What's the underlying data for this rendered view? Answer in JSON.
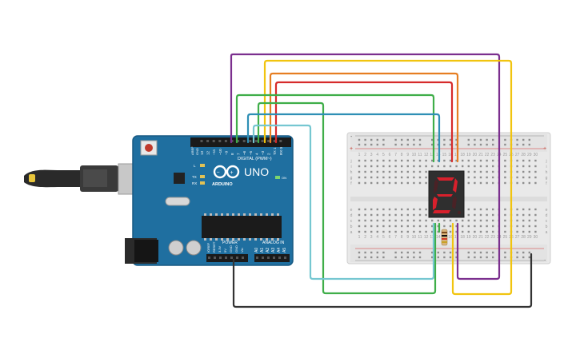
{
  "board": {
    "name": "UNO",
    "brand": "ARDUINO",
    "digital_header": "DIGITAL (PWM~)",
    "power_header": "POWER",
    "analog_header": "ANALOG IN",
    "on_label": "ON",
    "led_labels": [
      "L",
      "TX",
      "RX"
    ],
    "aref_labels": [
      "AREF",
      "GND"
    ],
    "digital_pins": [
      "13",
      "12",
      "~11",
      "~10",
      "~9",
      "8",
      "7",
      "~6",
      "~5",
      "4",
      "~3",
      "2",
      "TX 1",
      "RX 0"
    ],
    "power_pins": [
      "IOREF",
      "RESET",
      "3.3V",
      "5V",
      "GND",
      "GND",
      "Vin"
    ],
    "analog_pins": [
      "A0",
      "A1",
      "A2",
      "A3",
      "A4",
      "A5"
    ],
    "color": "#1f6fa0"
  },
  "breadboard": {
    "row_letters_top": [
      "j",
      "i",
      "h",
      "g",
      "f"
    ],
    "row_letters_bottom": [
      "e",
      "d",
      "c",
      "b",
      "a"
    ],
    "columns": [
      "1",
      "2",
      "3",
      "4",
      "5",
      "6",
      "7",
      "8",
      "9",
      "10",
      "11",
      "12",
      "13",
      "14",
      "15",
      "16",
      "17",
      "18",
      "19",
      "20",
      "21",
      "22",
      "23",
      "24",
      "25",
      "26",
      "27",
      "28",
      "29",
      "30"
    ],
    "plus_sign": "+",
    "minus_sign": "-"
  },
  "display": {
    "digit": "2",
    "segment_color": "#d8202c"
  },
  "wire_colors": {
    "purple": "#7b2f8e",
    "yellow": "#f1c40f",
    "orange": "#e67e22",
    "red": "#d62b2b",
    "green": "#3fae49",
    "teal": "#2e8fb5",
    "cyan": "#76c7d1",
    "black": "#333333"
  }
}
